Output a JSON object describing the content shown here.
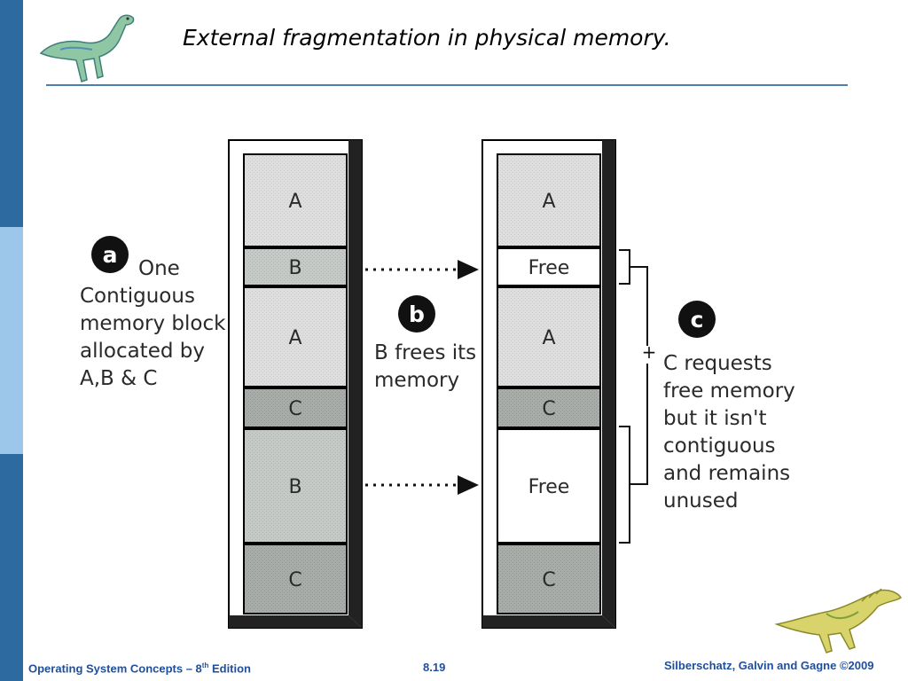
{
  "slide": {
    "title": "External fragmentation in physical memory."
  },
  "left_column": {
    "blocks": [
      {
        "label": "A",
        "kind": "A"
      },
      {
        "label": "B",
        "kind": "B"
      },
      {
        "label": "A",
        "kind": "A"
      },
      {
        "label": "C",
        "kind": "C"
      },
      {
        "label": "B",
        "kind": "B"
      },
      {
        "label": "C",
        "kind": "C"
      }
    ]
  },
  "right_column": {
    "blocks": [
      {
        "label": "A",
        "kind": "A"
      },
      {
        "label": "Free",
        "kind": "Free"
      },
      {
        "label": "A",
        "kind": "A"
      },
      {
        "label": "C",
        "kind": "C"
      },
      {
        "label": "Free",
        "kind": "Free"
      },
      {
        "label": "C",
        "kind": "C"
      }
    ]
  },
  "annotations": {
    "a": {
      "badge": "a",
      "lines": [
        "One",
        "Contiguous",
        "memory block",
        "allocated by",
        "A,B & C"
      ]
    },
    "b": {
      "badge": "b",
      "lines": [
        "B frees its",
        "memory"
      ]
    },
    "c": {
      "badge": "c",
      "plus": "+",
      "lines": [
        "C  requests",
        "free memory",
        "but it isn't",
        "contiguous",
        "and remains",
        "unused"
      ]
    }
  },
  "footer": {
    "book": "Operating System Concepts – 8",
    "sup": "th",
    "edition": " Edition",
    "page": "8.19",
    "copyright": "Silberschatz, Galvin and Gagne ©2009"
  },
  "colors": {
    "sidebar_dark": "#2d6aa0",
    "sidebar_light": "#9dc7ea",
    "rule": "#4a7fb0",
    "block_A": "#dcdcdc",
    "block_B": "#c3c7c3",
    "block_C": "#a7aba7",
    "block_Free": "#ffffff",
    "footer_text": "#1f4e9c"
  }
}
